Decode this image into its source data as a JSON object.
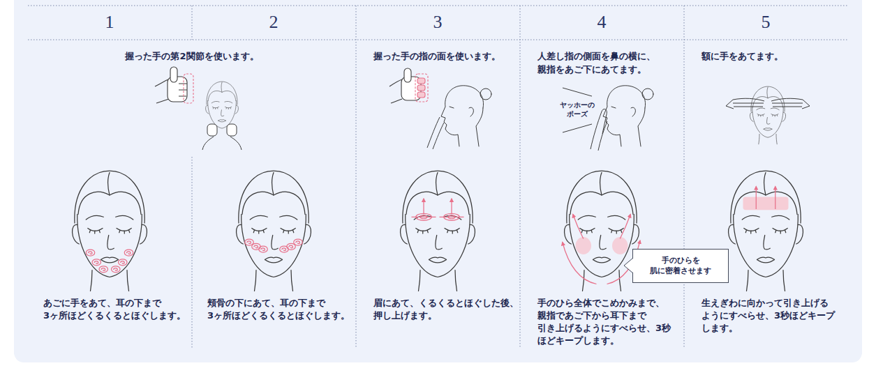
{
  "diagram": {
    "nodes": [
      {
        "text": [
          "手のひらを 肌に密着させます"
        ]
      }
    ],
    "labels": [
      "1",
      "2",
      "3",
      "4",
      "5",
      "握った手の第2関節を使います。",
      "握った手の指の面を使います。",
      "人差し指の側面を鼻の横に、 親指をあご下にあてます。",
      "額に手をあてます。",
      "ヤッホーの ポーズ",
      "あごに手をあて、耳の下まで 3ヶ所ほどくるくるとほぐします。",
      "頬骨の下にあて、耳の下まで 3ヶ所ほどくるくるとほぐします。",
      "眉にあて、くるくるとほぐした後、 押し上げます。",
      "手のひら全体でこめかみまで、 親指であご下から耳下まで 引き上げるようにすべらせ、3秒 ほどキープします。",
      "生えぎわに向かって引き上げる ようにすべらせ、3秒ほどキープ します。"
    ]
  }
}
